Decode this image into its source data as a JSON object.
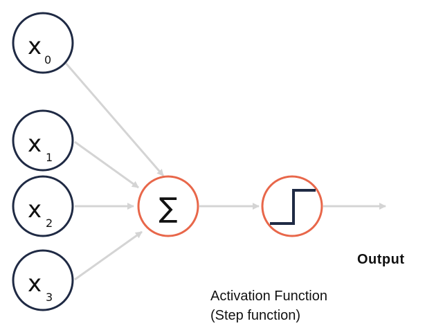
{
  "diagram": {
    "inputs": [
      {
        "symbol": "x",
        "subscript": "0"
      },
      {
        "symbol": "x",
        "subscript": "1"
      },
      {
        "symbol": "x",
        "subscript": "2"
      },
      {
        "symbol": "x",
        "subscript": "3"
      }
    ],
    "sum_symbol": "∑",
    "activation_icon": "step-function-icon",
    "output_label": "Output",
    "activation_caption_line1": "Activation Function",
    "activation_caption_line2": "(Step function)"
  },
  "colors": {
    "input_stroke": "#1f2a44",
    "node_stroke": "#e8674a",
    "arrow": "#d4d4d4",
    "step_stroke": "#1f2a44"
  }
}
